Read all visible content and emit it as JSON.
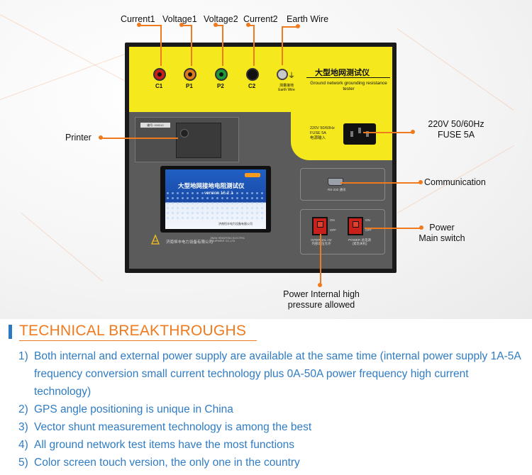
{
  "callouts": {
    "current1": "Current1",
    "voltage1": "Voltage1",
    "voltage2": "Voltage2",
    "current2": "Current2",
    "earth_wire": "Earth Wire",
    "printer": "Printer",
    "power_line1": "220V 50/60Hz",
    "power_line2": "FUSE 5A",
    "communication": "Communication",
    "power_switch_line1": "Power",
    "power_switch_line2": "Main switch",
    "internal_hv_line1": "Power Internal high",
    "internal_hv_line2": "pressure allowed"
  },
  "device": {
    "jacks": [
      {
        "label": "C1",
        "color": "#c8201a"
      },
      {
        "label": "P1",
        "color": "#e07a1a"
      },
      {
        "label": "P2",
        "color": "#1f9a3a"
      },
      {
        "label": "C2",
        "color": "#111111"
      }
    ],
    "earth_label_cn": "测量接地",
    "earth_label_en": "Earth Wire",
    "title_cn": "大型地网测试仪",
    "title_en": "Ground network grounding resistance tester",
    "fuse_text_1": "220V 50/60Hz",
    "fuse_text_2": "FUSE 5A",
    "fuse_text_3": "电源输入",
    "printer_tag": "编号: 000012",
    "screen_title": "大型地网接地电阻测试仪",
    "screen_version": "version 16.2.1",
    "screen_maker": "济南恒丰电力设备有限公司",
    "company_cn": "济南恒丰电力设备有限公司",
    "company_en": "JINAN HENGFENG ELECTRIC EQUIPMENT CO.,LTD",
    "rs232_label": "RS-232 通讯",
    "switch_on": "ON",
    "switch_off": "OFF",
    "internal_hv_label": "INTERNAL HV",
    "internal_hv_cn": "内部高压允许",
    "power_label": "POWER 总电源",
    "power_cn": "(紧急关机)"
  },
  "section": {
    "heading": "TECHNICAL BREAKTHROUGHS",
    "items": [
      {
        "num": "1)",
        "text": "Both internal and external power supply are available at the same time (internal power supply 1A-5A frequency conversion small current technology plus 0A-50A power frequency high current technology)"
      },
      {
        "num": "2)",
        "text": "GPS angle positioning is unique in China"
      },
      {
        "num": "3)",
        "text": "Vector shunt measurement technology is among the best"
      },
      {
        "num": "4)",
        "text": "All ground network test items have the most functions"
      },
      {
        "num": "5)",
        "text": "Color screen touch version, the only one in the country"
      }
    ]
  },
  "colors": {
    "accent_orange": "#f07a1e",
    "bullet_blue": "#2b79c2",
    "list_blue": "#2f7cc4",
    "panel_yellow": "#f5e81c"
  }
}
